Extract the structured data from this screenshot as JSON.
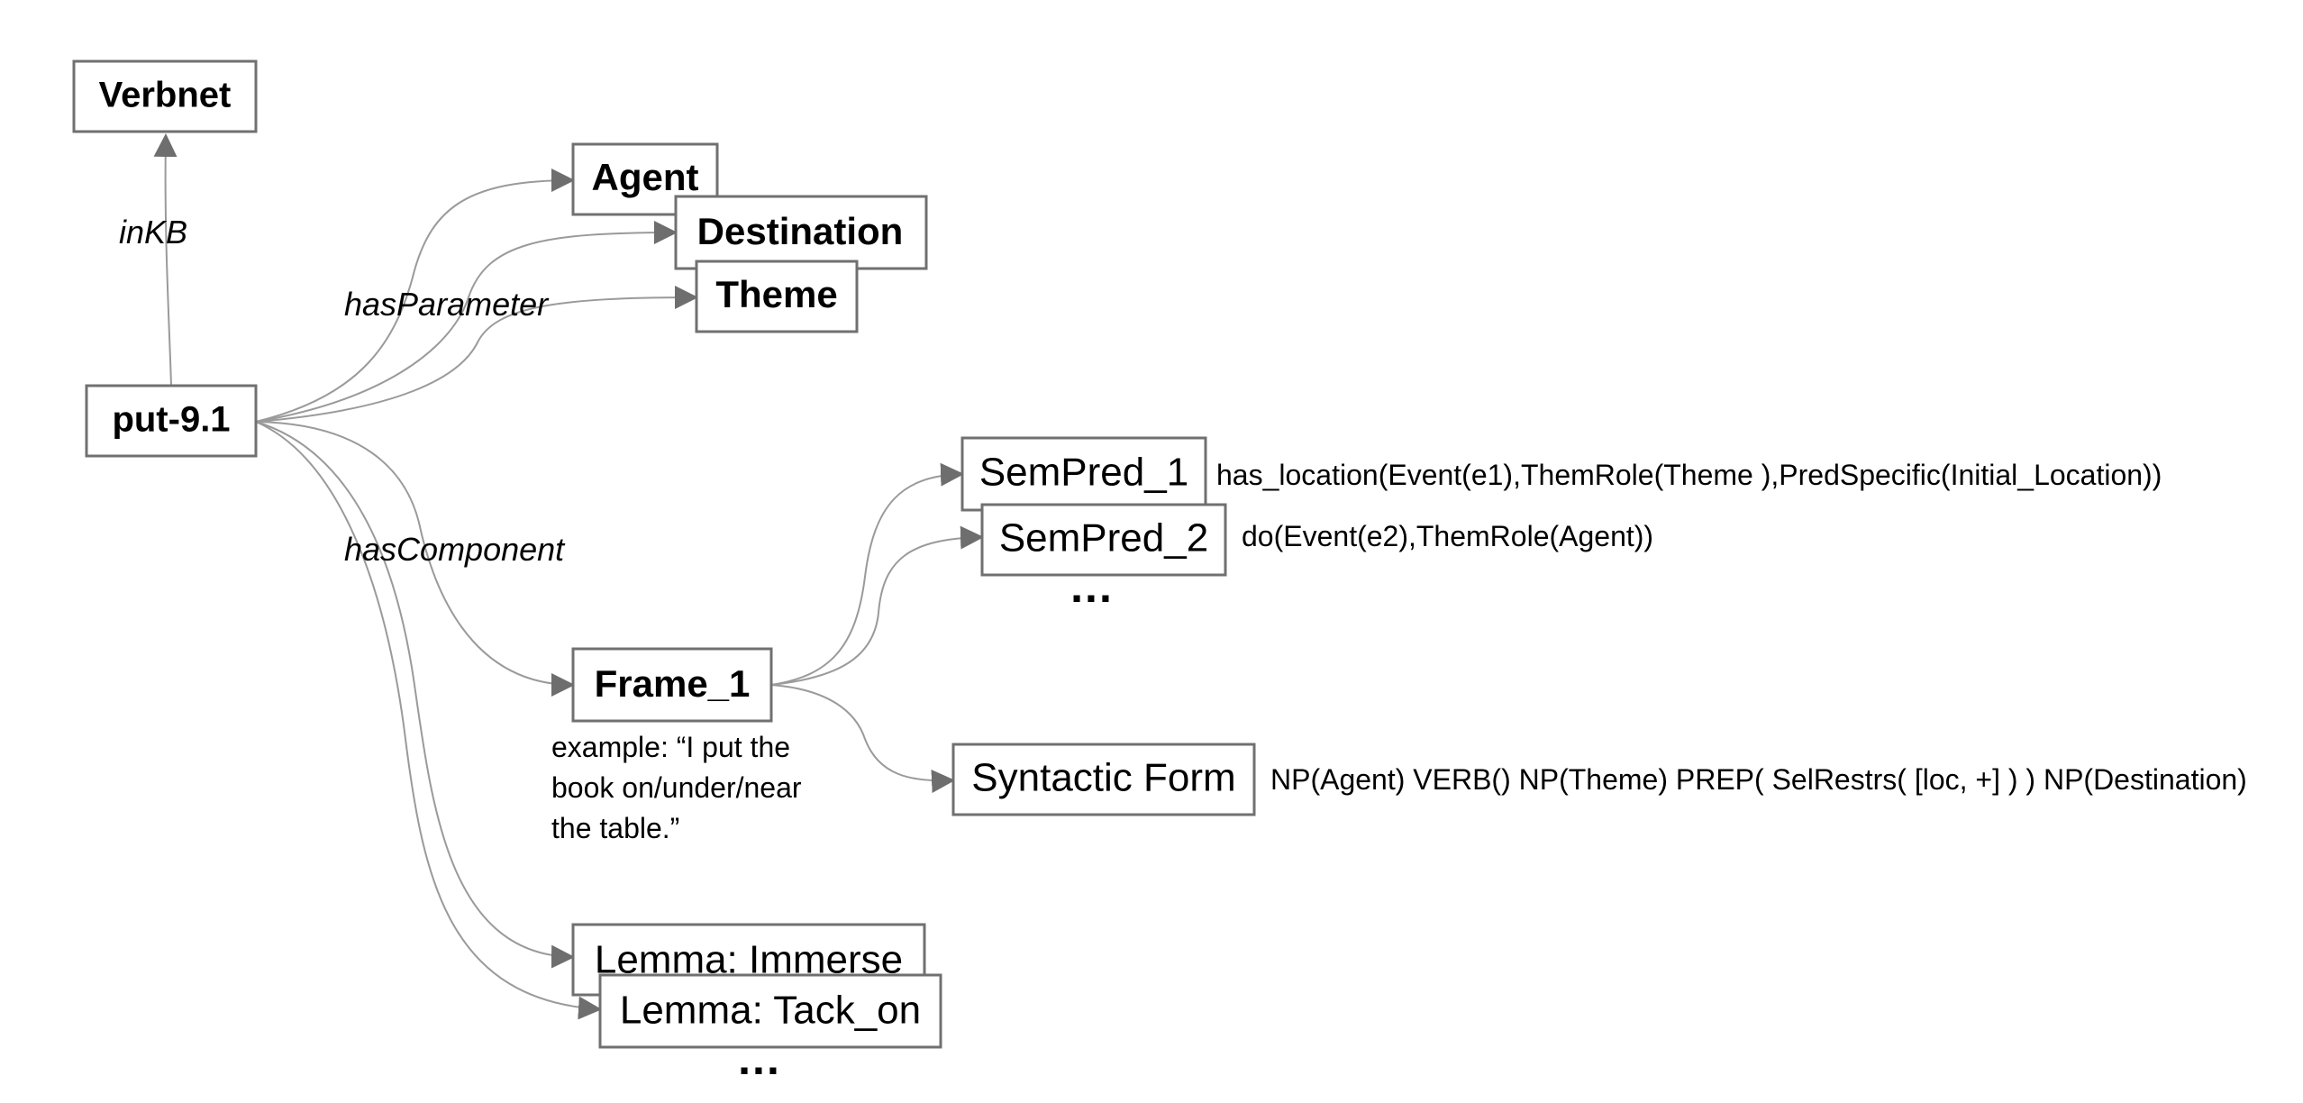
{
  "nodes": {
    "verbnet": "Verbnet",
    "put": "put-9.1",
    "agent": "Agent",
    "destination": "Destination",
    "theme": "Theme",
    "frame": "Frame_1",
    "sempred1": "SemPred_1",
    "sempred2": "SemPred_2",
    "syntactic": "Syntactic Form",
    "lemma1": "Lemma: Immerse",
    "lemma2": "Lemma: Tack_on"
  },
  "edge_labels": {
    "inkb": "inKB",
    "has_parameter": "hasParameter",
    "has_component": "hasComponent"
  },
  "annotations": {
    "sempred1": "has_location(Event(e1),ThemRole(Theme ),PredSpecific(Initial_Location))",
    "sempred2": "do(Event(e2),ThemRole(Agent))",
    "syntactic": "NP(Agent) VERB() NP(Theme) PREP( SelRestrs( [loc, +] ) ) NP(Destination)",
    "example_lines": [
      "example: “I put the",
      "book on/under/near",
      "the table.”"
    ]
  },
  "ellipsis": {
    "sempred": "...",
    "lemma": "..."
  }
}
